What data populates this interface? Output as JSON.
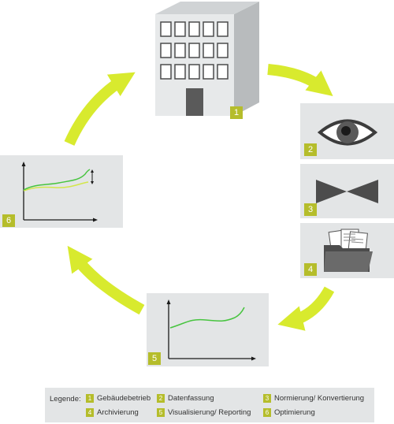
{
  "colors": {
    "accent": "#b5bd2b",
    "arrow": "#d8ea2e",
    "panel": "#e3e5e6",
    "line_green": "#47c43f",
    "line_yellow": "#d3e64a",
    "icon_dark": "#4c4c4c",
    "building_light": "#e7e9ea",
    "building_side": "#b8bbbd"
  },
  "icons": [
    "building-icon",
    "eye-icon",
    "bowtie-icon",
    "folder-documents-icon",
    "line-chart-icon",
    "optimization-chart-icon"
  ],
  "steps": [
    {
      "number": "1",
      "label": "Gebäudebetrieb"
    },
    {
      "number": "2",
      "label": "Datenfassung"
    },
    {
      "number": "3",
      "label": "Normierung/ Konvertierung"
    },
    {
      "number": "4",
      "label": "Archivierung"
    },
    {
      "number": "5",
      "label": "Visualisierung/ Reporting"
    },
    {
      "number": "6",
      "label": "Optimierung"
    }
  ],
  "legend": {
    "title": "Legende:"
  }
}
